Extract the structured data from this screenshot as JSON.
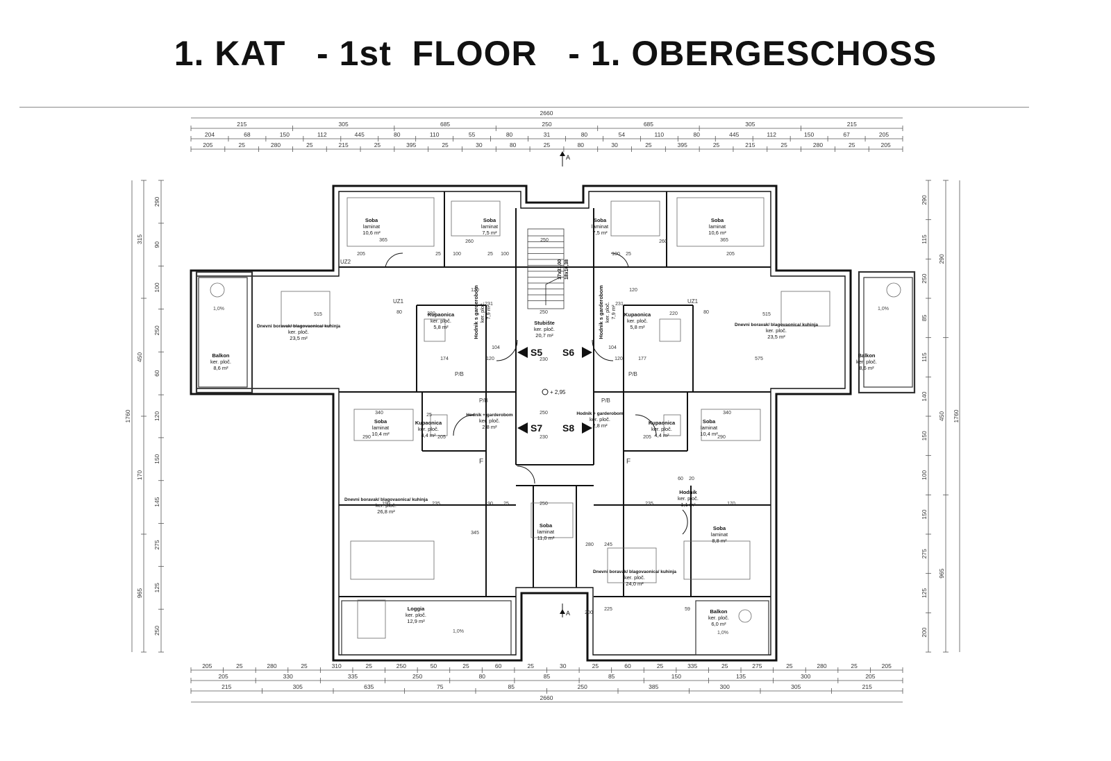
{
  "title": "1. KAT   - 1st  FLOOR   - 1. OBERGESCHOSS",
  "dims": {
    "top_total": "2660",
    "top_row1": [
      "215",
      "305",
      "685",
      "250",
      "685",
      "305",
      "215"
    ],
    "top_row2": [
      "204",
      "68",
      "150",
      "112",
      "445",
      "80",
      "110",
      "55",
      "80",
      "31",
      "80",
      "54",
      "110",
      "80",
      "445",
      "112",
      "150",
      "67",
      "205"
    ],
    "top_row3": [
      "205",
      "25",
      "280",
      "25",
      "215",
      "25",
      "395",
      "25",
      "30",
      "80",
      "25",
      "80",
      "30",
      "25",
      "395",
      "25",
      "215",
      "25",
      "280",
      "25",
      "205"
    ],
    "bottom_total": "2660",
    "bottom_row1": [
      "205",
      "25",
      "280",
      "25",
      "310",
      "25",
      "250",
      "50",
      "25",
      "60",
      "25",
      "30",
      "25",
      "60",
      "25",
      "335",
      "25",
      "275",
      "25",
      "280",
      "25",
      "205"
    ],
    "bottom_row2": [
      "205",
      "330",
      "335",
      "250",
      "80",
      "85",
      "85",
      "150",
      "135",
      "300",
      "205"
    ],
    "bottom_row3": [
      "215",
      "305",
      "635",
      "75",
      "85",
      "250",
      "385",
      "300",
      "305",
      "215"
    ],
    "left_total": "1760",
    "left_a": [
      "315",
      "450",
      "170",
      "965"
    ],
    "left_b": [
      "290",
      "90",
      "100",
      "250",
      "60",
      "120",
      "150",
      "145",
      "275",
      "125",
      "250"
    ],
    "right_total": "1760",
    "right_a": [
      "290",
      "450",
      "965"
    ],
    "right_b": [
      "290",
      "115",
      "250",
      "85",
      "115",
      "140",
      "150",
      "100",
      "150",
      "275",
      "125",
      "200"
    ]
  },
  "rooms": [
    {
      "name": "Soba",
      "floor": "laminat",
      "area": "10,6 m²"
    },
    {
      "name": "Soba",
      "floor": "laminat",
      "area": "7,5 m²"
    },
    {
      "name": "Soba",
      "floor": "laminat",
      "area": "7,5 m²"
    },
    {
      "name": "Soba",
      "floor": "laminat",
      "area": "10,6 m²"
    },
    {
      "name": "Dnevni boravak/ blagovaonica/ kuhinja",
      "floor": "ker. ploč.",
      "area": "23,5 m²"
    },
    {
      "name": "Dnevni boravak/ blagovaonica/ kuhinja",
      "floor": "ker. ploč.",
      "area": "23,5 m²"
    },
    {
      "name": "Kupaonica",
      "floor": "ker. ploč.",
      "area": "5,8 m²"
    },
    {
      "name": "Kupaonica",
      "floor": "ker. ploč.",
      "area": "5,8 m²"
    },
    {
      "name": "Stubište",
      "floor": "ker. ploč.",
      "area": "20,7 m²"
    },
    {
      "name": "Balkon",
      "floor": "ker. ploč.",
      "area": "8,6 m²"
    },
    {
      "name": "Balkon",
      "floor": "ker. ploč.",
      "area": "8,6 m²"
    },
    {
      "name": "Soba",
      "floor": "laminat",
      "area": "10,4 m²"
    },
    {
      "name": "Kupaonica",
      "floor": "ker. ploč.",
      "area": "4,4 m²"
    },
    {
      "name": "Hodnik + garderobom",
      "floor": "ker. ploč.",
      "area": "2,8 m²"
    },
    {
      "name": "Hodnik + garderobom",
      "floor": "ker. ploč.",
      "area": "2,8 m²"
    },
    {
      "name": "Kupaonica",
      "floor": "ker. ploč.",
      "area": "4,4 m²"
    },
    {
      "name": "Soba",
      "floor": "laminat",
      "area": "10,4 m²"
    },
    {
      "name": "Dnevni boravak/ blagovaonica/ kuhinja",
      "floor": "ker. ploč.",
      "area": "26,8 m²"
    },
    {
      "name": "Soba",
      "floor": "laminat",
      "area": "11,0 m²"
    },
    {
      "name": "Hodnik",
      "floor": "ker. ploč.",
      "area": "1,1 m²"
    },
    {
      "name": "Soba",
      "floor": "laminat",
      "area": "8,8 m²"
    },
    {
      "name": "Loggia",
      "floor": "ker. ploč.",
      "area": "12,9 m²"
    },
    {
      "name": "Dnevni boravak/ blagovaonica/ kuhinja",
      "floor": "ker. ploč.",
      "area": "24,0 m²"
    },
    {
      "name": "Balkon",
      "floor": "ker. ploč.",
      "area": "6,0 m²"
    },
    {
      "name": "Hodnik s garderobom",
      "floor": "ker. ploč.",
      "area": "7,9 m²"
    },
    {
      "name": "Hodnik s garderobom",
      "floor": "ker. ploč.",
      "area": "7,9 m²"
    }
  ],
  "apartment_labels": [
    "S5",
    "S6",
    "S7",
    "S8"
  ],
  "section_marks": [
    "A",
    "A"
  ],
  "level_mark": "+ 2,95",
  "stair_labels": [
    "17x31,00",
    "18x16,38"
  ],
  "tags": [
    "UZ2",
    "UZ1",
    "UZ1",
    "P/B",
    "P/B",
    "P/B",
    "P/B",
    "F",
    "F"
  ],
  "slope_labels": [
    "1,0%",
    "1,0%",
    "1,0%",
    "1,0%"
  ],
  "inner_dims": [
    "365",
    "205",
    "260",
    "25",
    "100",
    "25",
    "100",
    "250",
    "100",
    "25",
    "260",
    "205",
    "365",
    "515",
    "515",
    "120",
    "231",
    "120",
    "231",
    "220",
    "80",
    "220",
    "80",
    "250",
    "174",
    "120",
    "104",
    "230",
    "104",
    "120",
    "177",
    "575",
    "340",
    "290",
    "250",
    "230",
    "205",
    "25",
    "205",
    "340",
    "290",
    "190",
    "235",
    "250",
    "235",
    "170",
    "90",
    "345",
    "280",
    "245",
    "225",
    "200",
    "25",
    "59",
    "20",
    "60"
  ]
}
